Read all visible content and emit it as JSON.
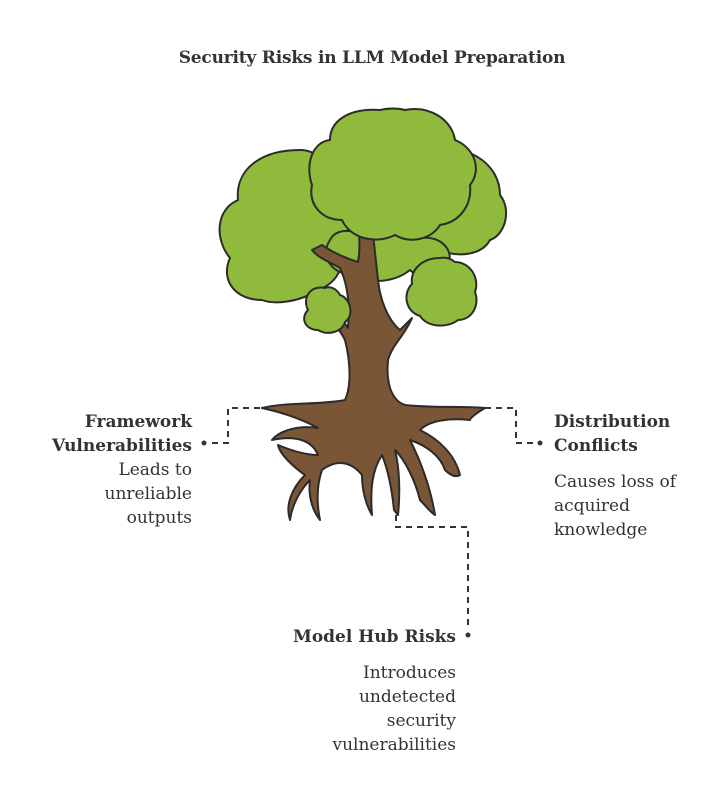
{
  "title": "Security Risks in LLM Model Preparation",
  "colors": {
    "foliage": "#8fba3c",
    "trunk": "#7a5636",
    "outline": "#2b2b2b",
    "text": "#333333",
    "connector": "#333333"
  },
  "nodes": [
    {
      "id": "framework",
      "heading": "Framework Vulnerabilities",
      "heading_lines": [
        "Framework",
        "Vulnerabilities"
      ],
      "description_lines": [
        "Leads to",
        "unreliable",
        "outputs"
      ],
      "position": "left"
    },
    {
      "id": "distribution",
      "heading": "Distribution Conflicts",
      "heading_lines": [
        "Distribution",
        "Conflicts"
      ],
      "description_lines": [
        "Causes loss of",
        "acquired",
        "knowledge"
      ],
      "position": "right"
    },
    {
      "id": "modelhub",
      "heading": "Model Hub Risks",
      "heading_lines": [
        "Model Hub Risks"
      ],
      "description_lines": [
        "Introduces",
        "undetected",
        "security",
        "vulnerabilities"
      ],
      "position": "bottom"
    }
  ],
  "illustration": "tree-with-roots"
}
